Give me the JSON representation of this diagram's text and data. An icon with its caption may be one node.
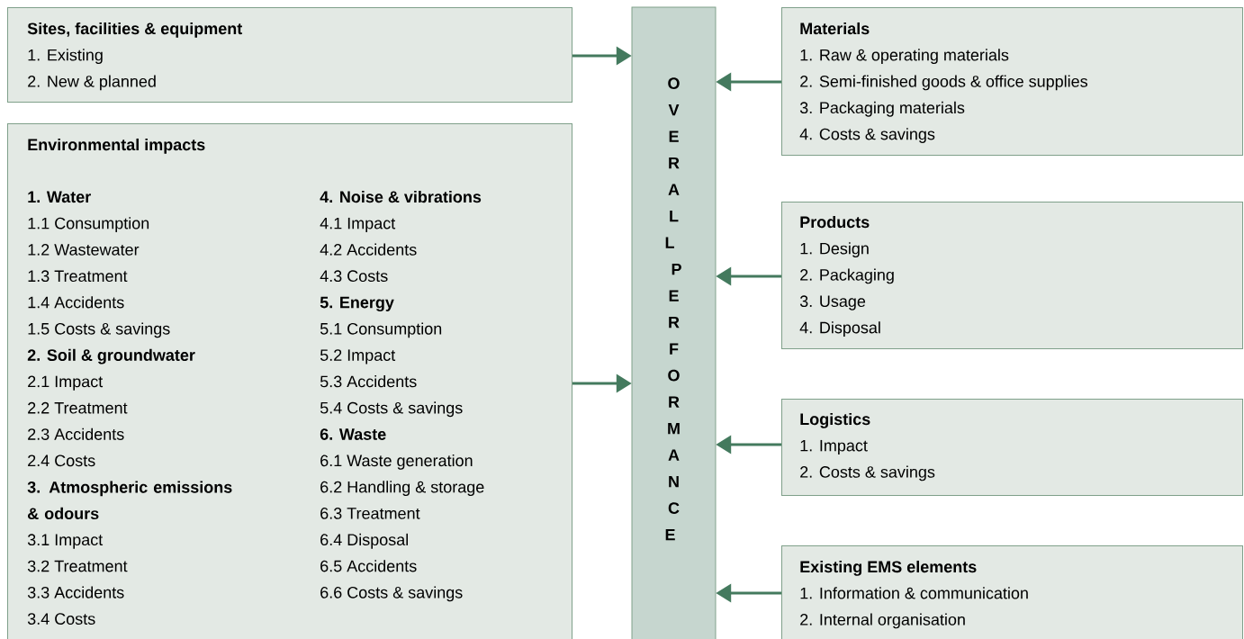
{
  "diagram": {
    "nodes": [
      {
        "text": [
          "Sites, facilities & equipment",
          "1. Existing",
          "2. New & planned"
        ]
      },
      {
        "text": [
          "Environmental impacts",
          "1. Water",
          "1.1 Consumption",
          "1.2 Wastewater",
          "1.3 Treatment",
          "1.4 Accidents",
          "1.5 Costs & savings",
          "2. Soil & groundwater",
          "2.1 Impact",
          "2.2 Treatment",
          "2.3 Accidents",
          "2.4 Costs",
          "3. Atmospheric emissions & odours",
          "3.1 Impact",
          "3.2 Treatment",
          "3.3 Accidents",
          "3.4 Costs",
          "4. Noise & vibrations",
          "4.1 Impact",
          "4.2 Accidents",
          "4.3 Costs",
          "5. Energy",
          "5.1 Consumption",
          "5.2 Impact",
          "5.3 Accidents",
          "5.4 Costs & savings",
          "6. Waste",
          "6.1 Waste generation",
          "6.2 Handling & storage",
          "6.3 Treatment",
          "6.4 Disposal",
          "6.5 Accidents",
          "6.6 Costs & savings"
        ]
      },
      {
        "text": [
          "OVERALL PERFORMANCE"
        ]
      },
      {
        "text": [
          "Materials",
          "1. Raw & operating materials",
          "2. Semi-finished goods & office supplies",
          "3. Packaging materials",
          "4. Costs & savings"
        ]
      },
      {
        "text": [
          "Products",
          "1. Design",
          "2. Packaging",
          "3. Usage",
          "4. Disposal"
        ]
      },
      {
        "text": [
          "Logistics",
          "1. Impact",
          "2. Costs & savings"
        ]
      },
      {
        "text": [
          "Existing EMS elements",
          "1. Information & communication",
          "2. Internal organisation"
        ]
      }
    ],
    "edges": [
      {
        "from": 0,
        "to": 2,
        "arrow": "to"
      },
      {
        "from": 1,
        "to": 2,
        "arrow": "to"
      },
      {
        "from": 3,
        "to": 2,
        "arrow": "to"
      },
      {
        "from": 4,
        "to": 2,
        "arrow": "to"
      },
      {
        "from": 5,
        "to": 2,
        "arrow": "to"
      },
      {
        "from": 6,
        "to": 2,
        "arrow": "to"
      }
    ]
  }
}
